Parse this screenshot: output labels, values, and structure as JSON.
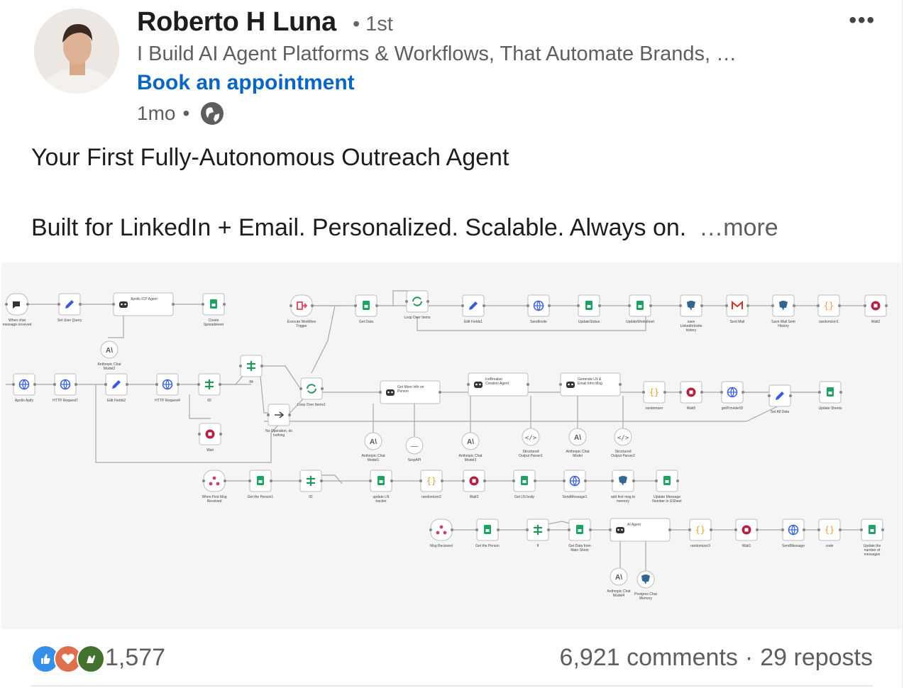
{
  "author": {
    "name": "Roberto H Luna",
    "degree": "1st",
    "headline": "I Build AI Agent Platforms & Workflows, That Automate Brands, …",
    "cta": "Book an appointment",
    "time": "1mo",
    "visibility_icon": "globe-icon"
  },
  "menu": {
    "label": "•••",
    "icon": "more-options-icon"
  },
  "post": {
    "line1": "Your First Fully-Autonomous Outreach Agent",
    "line2": "Built for LinkedIn + Email. Personalized. Scalable. Always on.",
    "more": "…more"
  },
  "workflow_labels": {
    "n1": "When chat message received",
    "n2": "Set User Query",
    "n3": "Apollo ICP Agent",
    "n4": "Create Spreadsheet",
    "n5": "Anthropic Chat Model2",
    "n6": "Execute Workflow Trigger",
    "n7": "Get Data",
    "n8": "Loop Over Items",
    "n9": "Edit Fields1",
    "n10": "SendInvite",
    "n11": "UpdateStatus",
    "n12": "UpdateWorksheet",
    "n13": "save LinkedInInvite history",
    "n14": "Sent Mail",
    "n15": "Save Mail Sent History",
    "n16": "randomizer1",
    "n17": "Wait2",
    "n18": "Apollo Apify",
    "n19": "HTTP Request7",
    "n20": "Edit Fields2",
    "n21": "HTTP Request4",
    "n22": "If2",
    "n23": "If4",
    "n24": "Loop Over Items1",
    "n25": "Get More Info on Person",
    "n26": "IceBreaker Creation Agent",
    "n27": "Generate LN & Email Intro Msg",
    "n28": "randomizer",
    "n29": "Wait5",
    "n30": "getProviderID",
    "n31": "Set All Data",
    "n32": "Update Sheets",
    "n33": "Wait",
    "n34": "No Operation, do nothing",
    "n35": "Anthropic Chat Model1",
    "n36": "SerpAPI",
    "n37": "Anthropic Chat Model3",
    "n38": "Structured Output Parser1",
    "n39": "Anthropic Chat Model",
    "n40": "Structured Output Parser2",
    "n41": "When First Msg Received",
    "n42": "Get the Person1",
    "n43": "If1",
    "n44": "update LN tracker",
    "n45": "randomizer2",
    "n46": "Wait3",
    "n47": "Get LN body",
    "n48": "SendMessage1",
    "n49": "add first msg to memory",
    "n50": "Update Message Number in GSheet",
    "n51": "Msg Recieved",
    "n52": "Get the Person",
    "n53": "If",
    "n54": "Get Data from Main Sheet",
    "n55": "AI Agent",
    "n56": "randomizer3",
    "n57": "Wait1",
    "n58": "SendMessage",
    "n59": "code",
    "n60": "Update the number of messages",
    "n61": "Anthropic Chat Model4",
    "n62": "Postgres Chat Memory"
  },
  "engagement": {
    "reaction_icons": [
      "like-icon",
      "love-icon",
      "celebrate-icon"
    ],
    "reactions": "1,577",
    "comments": "6,921 comments",
    "separator": "·",
    "reposts": "29 reposts"
  },
  "colors": {
    "link": "#0a66c2",
    "sheet_green": "#1ea362",
    "edit_blue": "#3b5bdb",
    "stop_red": "#b2213f",
    "code_orange": "#f0a034"
  }
}
